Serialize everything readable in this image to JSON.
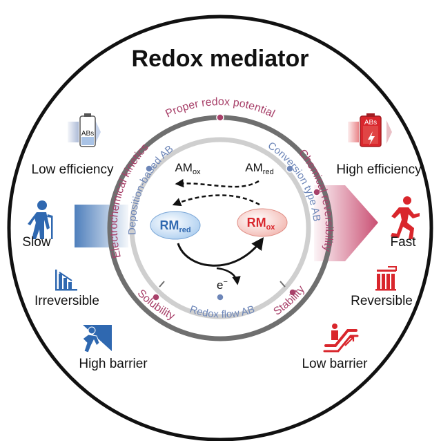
{
  "title": "Redox mediator",
  "left": {
    "battery_label": "ABs",
    "efficiency": "Low efficiency",
    "speed": "Slow",
    "reversibility": "Irreversible",
    "barrier": "High barrier"
  },
  "right": {
    "battery_label": "ABs",
    "efficiency": "High efficiency",
    "speed": "Fast",
    "reversibility": "Reversible",
    "barrier": "Low barrier"
  },
  "outer_ring": {
    "top": "Proper redox potential",
    "left": "Electrochemical kinetics",
    "right": "Chemical reversibility",
    "bottom_left": "Solubility",
    "bottom_right": "Stability"
  },
  "inner_ring": {
    "left": "Deposition-based AB",
    "right": "Conversion type AB",
    "bottom": "Redox flow AB"
  },
  "center": {
    "am_ox": {
      "main": "AM",
      "sub": "ox"
    },
    "am_red": {
      "main": "AM",
      "sub": "red"
    },
    "rm_red": {
      "main": "RM",
      "sub": "red"
    },
    "rm_ox": {
      "main": "RM",
      "sub": "ox"
    },
    "electron": {
      "main": "e",
      "sup": "−"
    }
  },
  "colors": {
    "outer_ring": "#6f6f6f",
    "inner_ring": "#cfcfcf",
    "red_accent": "#a8416a",
    "blue_accent": "#6d86b8",
    "icon_blue": "#2f68b0",
    "icon_red": "#d9262c",
    "rm_red_fill": "#cfe3f8",
    "rm_ox_fill": "#f8d6d2"
  }
}
